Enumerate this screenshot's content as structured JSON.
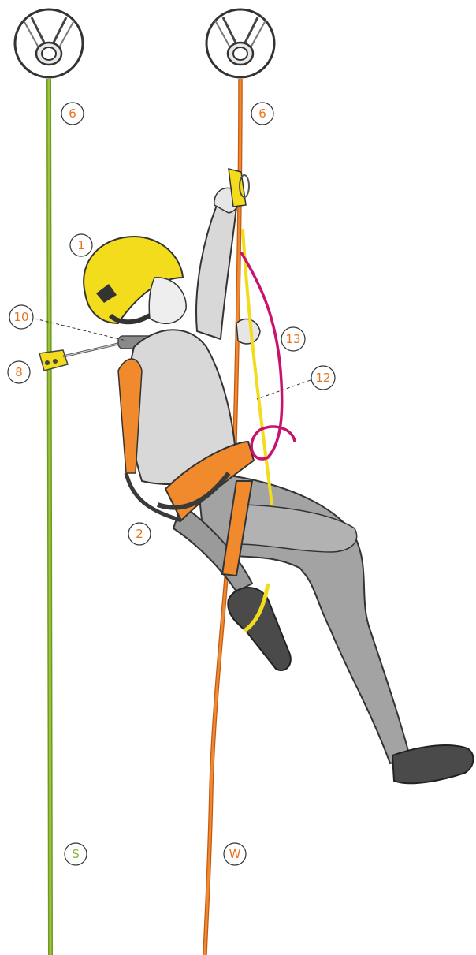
{
  "callouts": {
    "anchor_left": "6",
    "anchor_right": "6",
    "helmet": "1",
    "lanyard": "10",
    "backup_device": "8",
    "harness": "2",
    "foot_loop": "13",
    "connector": "12",
    "safety_rope": "S",
    "working_rope": "W"
  },
  "colors": {
    "safety_rope": "#8db536",
    "working_rope": "#e8741e",
    "callout_orange": "#e8741e",
    "callout_green": "#8db536",
    "helmet": "#f2dc1c",
    "harness": "#f08a2c",
    "foot_loop_magenta": "#c8126e",
    "shirt": "#d8d8d8",
    "pants": "#a3a3a3",
    "shoes": "#4a4a4a",
    "anchor_stroke": "#333333"
  }
}
